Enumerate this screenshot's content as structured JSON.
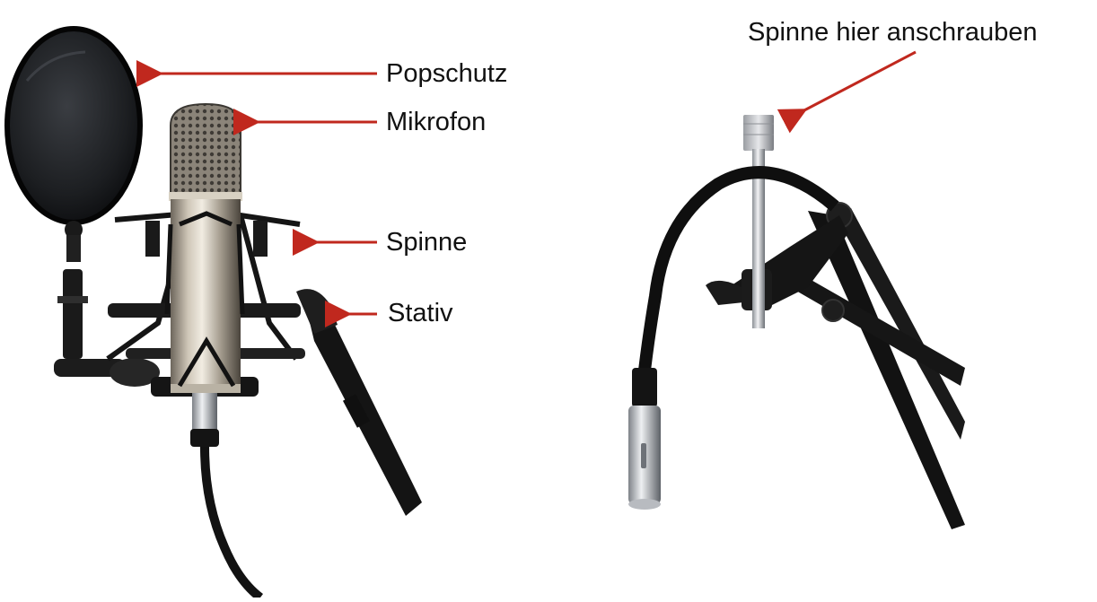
{
  "labels": {
    "popschutz": "Popschutz",
    "mikrofon": "Mikrofon",
    "spinne": "Spinne",
    "stativ": "Stativ",
    "anschrauben": "Spinne hier anschrauben"
  },
  "colors": {
    "arrow": "#c0281e",
    "text": "#111111",
    "background": "#ffffff"
  }
}
